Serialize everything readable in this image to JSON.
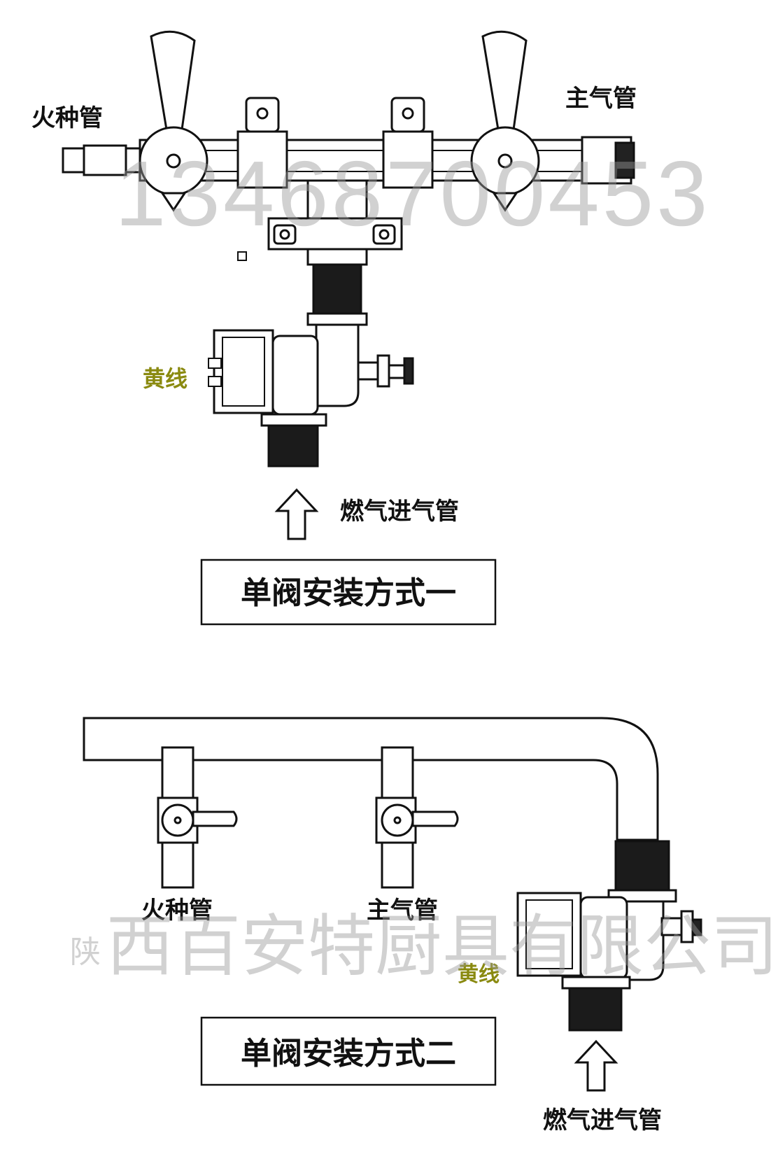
{
  "diagram1": {
    "label_pilot": "火种管",
    "label_main": "主气管",
    "label_yellow": "黄线",
    "label_inlet": "燃气进气管",
    "caption": "单阀安装方式一"
  },
  "diagram2": {
    "label_pilot": "火种管",
    "label_main": "主气管",
    "label_yellow": "黄线",
    "label_inlet": "燃气进气管",
    "caption": "单阀安装方式二"
  },
  "watermark": {
    "phone": "13468700453",
    "prefix": "陕",
    "company": "西百安特厨具有限公司"
  },
  "colors": {
    "line": "#111111",
    "yellow_label": "#8a8a10",
    "watermark": "#9a9a9a"
  }
}
